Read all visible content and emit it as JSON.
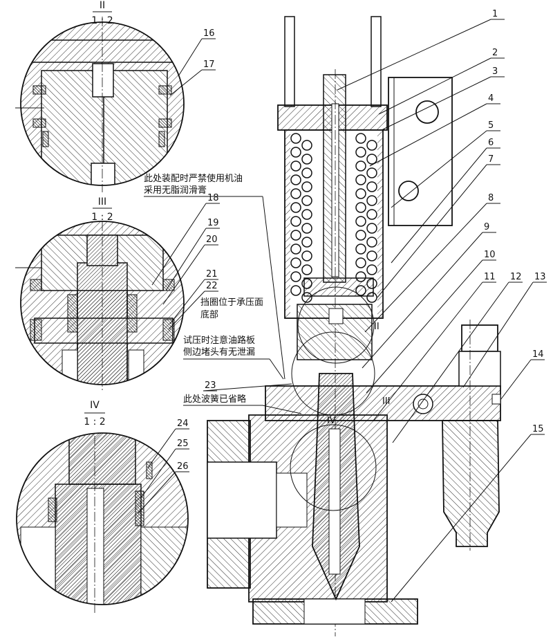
{
  "details": [
    {
      "roman": "II",
      "scale": "1 : 2"
    },
    {
      "roman": "III",
      "scale": "1 : 2"
    },
    {
      "roman": "IV",
      "scale": "1 : 2"
    }
  ],
  "view_marks": {
    "iii": "III",
    "iv": "IV",
    "ii": "II"
  },
  "notes": {
    "grease_line1": "此处装配时严禁使用机油",
    "grease_line2": "采用无脂润滑膏",
    "retainer_line1": "挡圈位于承压面",
    "retainer_line2": "底部",
    "test_line1": "试压时注意油路板",
    "test_line2": "侧边堵头有无泄漏",
    "bellows": "此处波簧已省略"
  },
  "parts": [
    "1",
    "2",
    "3",
    "4",
    "5",
    "6",
    "7",
    "8",
    "9",
    "10",
    "11",
    "12",
    "13",
    "14",
    "15",
    "16",
    "17",
    "18",
    "19",
    "20",
    "21",
    "22",
    "23",
    "24",
    "25",
    "26"
  ],
  "colors": {
    "ink": "#111111",
    "paper": "#ffffff"
  }
}
